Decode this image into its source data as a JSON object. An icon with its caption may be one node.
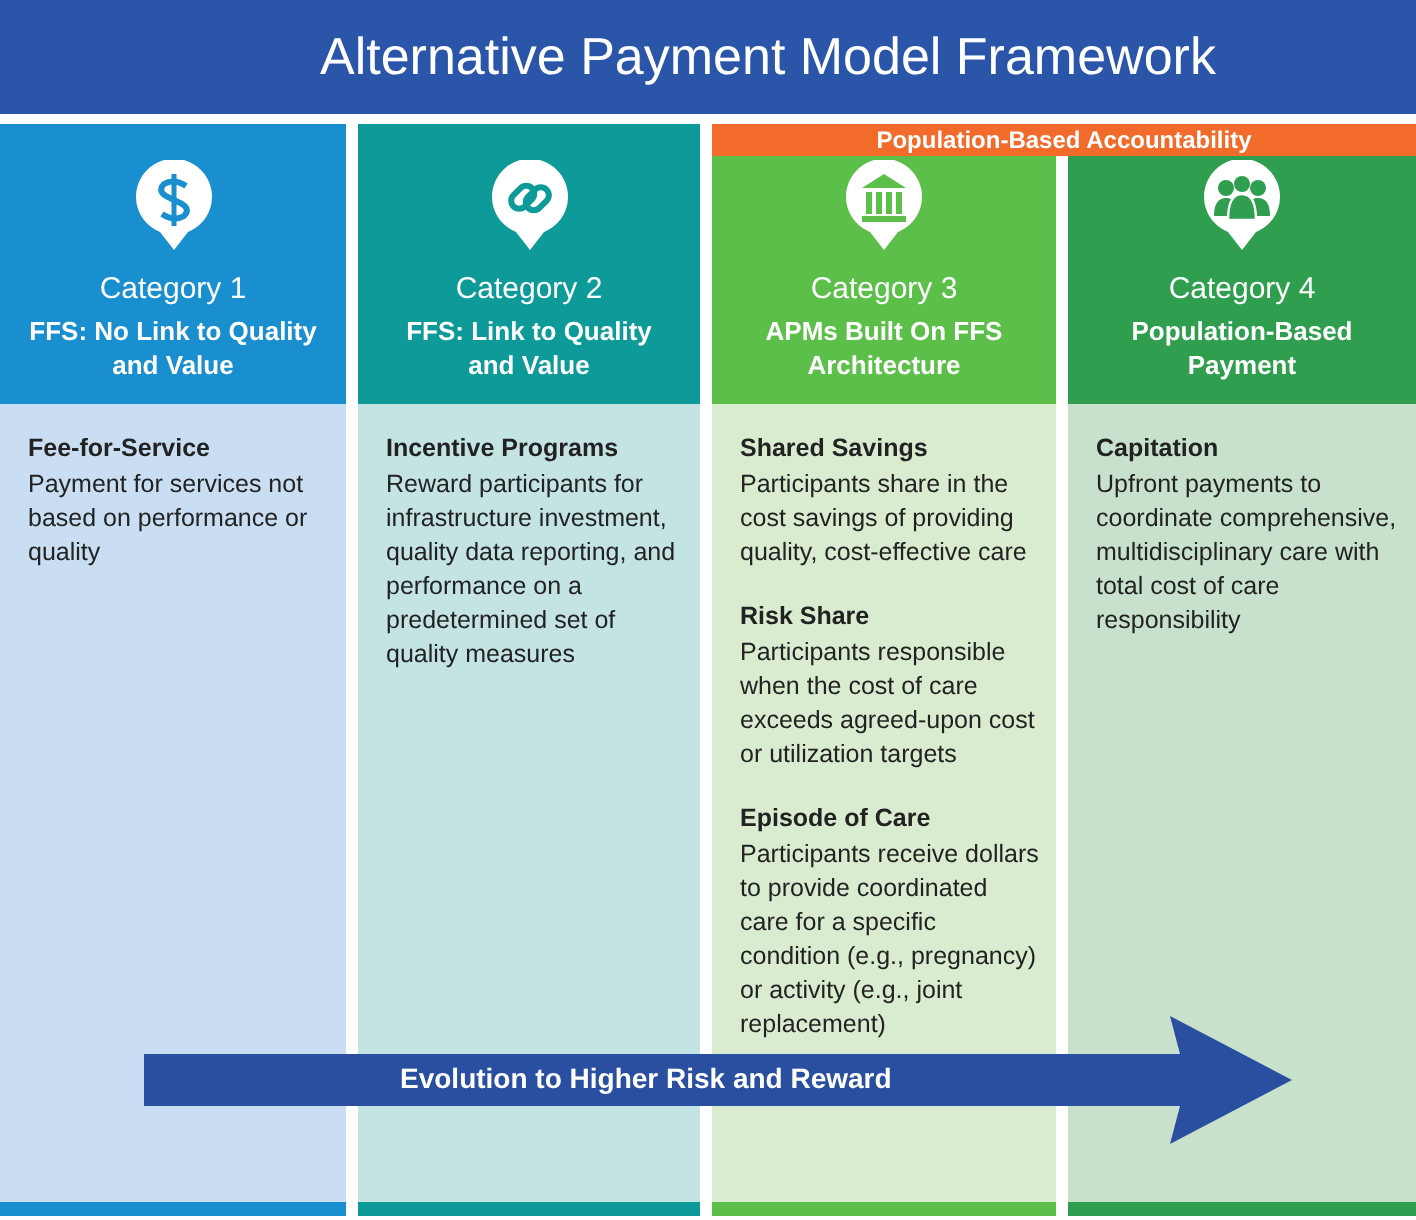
{
  "diagram": {
    "title": "Alternative Payment Model Framework",
    "nodes": [
      {
        "text": [
          "Population-Based Accountability"
        ]
      },
      {
        "text": [
          "Category 1",
          "FFS: No Link to Quality and Value"
        ]
      },
      {
        "text": [
          "Category 2",
          "FFS: Link to Quality and Value"
        ]
      },
      {
        "text": [
          "Category 3",
          "APMs Built On FFS Architecture"
        ]
      },
      {
        "text": [
          "Category 4",
          "Population-Based Payment"
        ]
      },
      {
        "text": [
          "Fee-for-Service",
          "Payment for services not based on performance or quality"
        ]
      },
      {
        "text": [
          "Incentive Programs",
          "Reward participants for infrastructure investment, quality data reporting, and performance on a predetermined set of quality measures"
        ]
      },
      {
        "text": [
          "Shared Savings",
          "Participants share in the cost savings of providing quality, cost-effective care",
          "Risk Share",
          "Participants responsible when the cost of care exceeds agreed-upon cost or utilization targets",
          "Episode of Care",
          "Participants receive dollars to provide coordinated care for a specific condition (e.g., pregnancy) or activity (e.g., joint replacement)"
        ]
      },
      {
        "text": [
          "Capitation",
          "Upfront payments to coordinate comprehensive, multidisciplinary care with total cost of care responsibility"
        ]
      }
    ],
    "labels": [
      "Evolution to Higher Risk and Reward"
    ]
  }
}
